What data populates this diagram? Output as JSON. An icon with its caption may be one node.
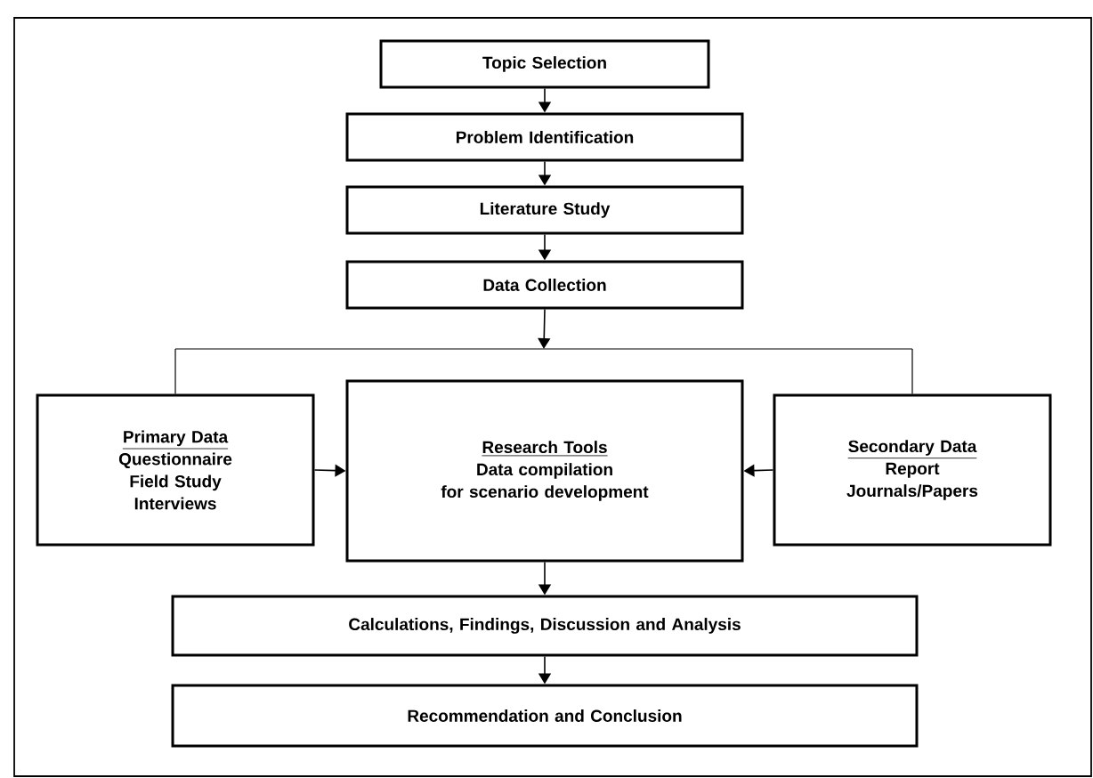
{
  "diagram": {
    "nodes": [
      {
        "text": [
          "Topic Selection"
        ]
      },
      {
        "text": [
          "Problem Identification"
        ]
      },
      {
        "text": [
          "Literature Study"
        ]
      },
      {
        "text": [
          "Data Collection"
        ]
      },
      {
        "text": [],
        "shape": "bar"
      },
      {
        "text": [
          "Primary Data",
          "Questionnaire",
          "Field Study",
          "Interviews"
        ]
      },
      {
        "text": [
          "Research Tools",
          "Data compilation",
          "for scenario development"
        ]
      },
      {
        "text": [
          "Secondary Data",
          "Report",
          "Journals/Papers"
        ]
      },
      {
        "text": [
          "Calculations, Findings, Discussion and Analysis"
        ]
      },
      {
        "text": [
          "Recommendation and Conclusion"
        ]
      }
    ],
    "edges": [
      {
        "from": 0,
        "to": 1,
        "arrow": "to"
      },
      {
        "from": 1,
        "to": 2,
        "arrow": "to"
      },
      {
        "from": 2,
        "to": 3,
        "arrow": "to"
      },
      {
        "from": 3,
        "to": 4,
        "arrow": "to"
      },
      {
        "from": 4,
        "to": 5,
        "arrow": "none"
      },
      {
        "from": 4,
        "to": 7,
        "arrow": "none"
      },
      {
        "from": 5,
        "to": 6,
        "arrow": "to"
      },
      {
        "from": 7,
        "to": 6,
        "arrow": "to"
      },
      {
        "from": 6,
        "to": 8,
        "arrow": "to"
      },
      {
        "from": 8,
        "to": 9,
        "arrow": "to"
      }
    ]
  }
}
